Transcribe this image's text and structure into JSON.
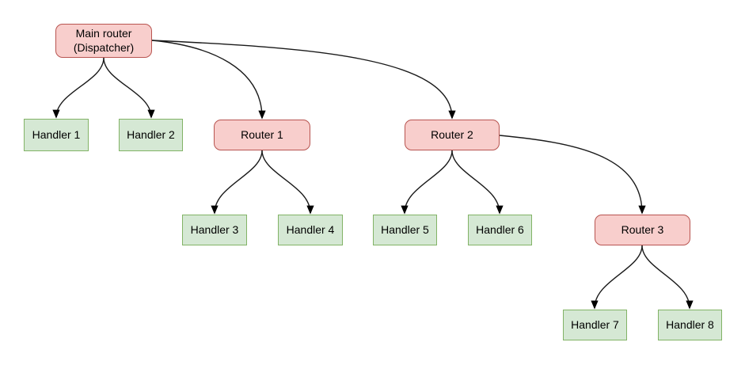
{
  "diagram": {
    "type": "flowchart",
    "nodes": [
      {
        "id": "main",
        "label": "Main router\n(Dispatcher)",
        "type": "router"
      },
      {
        "id": "h1",
        "label": "Handler 1",
        "type": "handler"
      },
      {
        "id": "h2",
        "label": "Handler 2",
        "type": "handler"
      },
      {
        "id": "r1",
        "label": "Router 1",
        "type": "router"
      },
      {
        "id": "r2",
        "label": "Router 2",
        "type": "router"
      },
      {
        "id": "h3",
        "label": "Handler 3",
        "type": "handler"
      },
      {
        "id": "h4",
        "label": "Handler 4",
        "type": "handler"
      },
      {
        "id": "h5",
        "label": "Handler 5",
        "type": "handler"
      },
      {
        "id": "h6",
        "label": "Handler 6",
        "type": "handler"
      },
      {
        "id": "r3",
        "label": "Router 3",
        "type": "router"
      },
      {
        "id": "h7",
        "label": "Handler 7",
        "type": "handler"
      },
      {
        "id": "h8",
        "label": "Handler 8",
        "type": "handler"
      }
    ],
    "edges": [
      {
        "from": "main",
        "to": "h1"
      },
      {
        "from": "main",
        "to": "h2"
      },
      {
        "from": "main",
        "to": "r1"
      },
      {
        "from": "main",
        "to": "r2"
      },
      {
        "from": "r1",
        "to": "h3"
      },
      {
        "from": "r1",
        "to": "h4"
      },
      {
        "from": "r2",
        "to": "h5"
      },
      {
        "from": "r2",
        "to": "h6"
      },
      {
        "from": "r2",
        "to": "r3"
      },
      {
        "from": "r3",
        "to": "h7"
      },
      {
        "from": "r3",
        "to": "h8"
      }
    ],
    "colors": {
      "router_fill": "#f8cecc",
      "router_border": "#b85450",
      "handler_fill": "#d5e8d4",
      "handler_border": "#82b366",
      "edge_stroke": "#1a1a1a",
      "text": "#000000",
      "background": "#ffffff"
    }
  }
}
